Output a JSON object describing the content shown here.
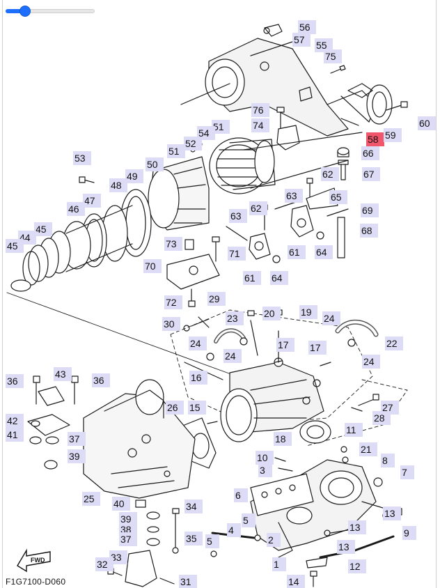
{
  "zoom": {
    "value": 0.22
  },
  "diagram_code": "F1G7100-D060",
  "fwd_label": "FWD",
  "highlight_color": "#f0566c",
  "label_box_color": "#dcdcf6",
  "part_labels": [
    {
      "id": "l56",
      "text": "56"
    },
    {
      "id": "l57",
      "text": "57"
    },
    {
      "id": "l55",
      "text": "55"
    },
    {
      "id": "l75",
      "text": "75"
    },
    {
      "id": "l76",
      "text": "76"
    },
    {
      "id": "l74",
      "text": "74"
    },
    {
      "id": "l60",
      "text": "60"
    },
    {
      "id": "l58",
      "text": "58"
    },
    {
      "id": "l59",
      "text": "59"
    },
    {
      "id": "l66",
      "text": "66"
    },
    {
      "id": "l67",
      "text": "67"
    },
    {
      "id": "l51a",
      "text": "51"
    },
    {
      "id": "l54",
      "text": "54"
    },
    {
      "id": "l52",
      "text": "52"
    },
    {
      "id": "l51b",
      "text": "51"
    },
    {
      "id": "l53",
      "text": "53"
    },
    {
      "id": "l50",
      "text": "50"
    },
    {
      "id": "l49",
      "text": "49"
    },
    {
      "id": "l48",
      "text": "48"
    },
    {
      "id": "l47",
      "text": "47"
    },
    {
      "id": "l46",
      "text": "46"
    },
    {
      "id": "l45a",
      "text": "45"
    },
    {
      "id": "l44",
      "text": "44"
    },
    {
      "id": "l45b",
      "text": "45"
    },
    {
      "id": "l62a",
      "text": "62"
    },
    {
      "id": "l63a",
      "text": "63"
    },
    {
      "id": "l65",
      "text": "65"
    },
    {
      "id": "l69",
      "text": "69"
    },
    {
      "id": "l68",
      "text": "68"
    },
    {
      "id": "l61a",
      "text": "61"
    },
    {
      "id": "l64a",
      "text": "64"
    },
    {
      "id": "l63b",
      "text": "63"
    },
    {
      "id": "l62b",
      "text": "62"
    },
    {
      "id": "l73",
      "text": "73"
    },
    {
      "id": "l71",
      "text": "71"
    },
    {
      "id": "l70",
      "text": "70"
    },
    {
      "id": "l61b",
      "text": "61"
    },
    {
      "id": "l64b",
      "text": "64"
    },
    {
      "id": "l72",
      "text": "72"
    },
    {
      "id": "l29",
      "text": "29"
    },
    {
      "id": "l30",
      "text": "30"
    },
    {
      "id": "l23",
      "text": "23"
    },
    {
      "id": "l20",
      "text": "20"
    },
    {
      "id": "l19",
      "text": "19"
    },
    {
      "id": "l24a",
      "text": "24"
    },
    {
      "id": "l22",
      "text": "22"
    },
    {
      "id": "l24b",
      "text": "24"
    },
    {
      "id": "l24c",
      "text": "24"
    },
    {
      "id": "l17a",
      "text": "17"
    },
    {
      "id": "l17b",
      "text": "17"
    },
    {
      "id": "l24d",
      "text": "24"
    },
    {
      "id": "l16",
      "text": "16"
    },
    {
      "id": "l36a",
      "text": "36"
    },
    {
      "id": "l43",
      "text": "43"
    },
    {
      "id": "l36b",
      "text": "36"
    },
    {
      "id": "l42",
      "text": "42"
    },
    {
      "id": "l41",
      "text": "41"
    },
    {
      "id": "l37",
      "text": "37"
    },
    {
      "id": "l39",
      "text": "39"
    },
    {
      "id": "l26",
      "text": "26"
    },
    {
      "id": "l15",
      "text": "15"
    },
    {
      "id": "l27",
      "text": "27"
    },
    {
      "id": "l28",
      "text": "28"
    },
    {
      "id": "l18",
      "text": "18"
    },
    {
      "id": "l11",
      "text": "11"
    },
    {
      "id": "l21",
      "text": "21"
    },
    {
      "id": "l10",
      "text": "10"
    },
    {
      "id": "l8",
      "text": "8"
    },
    {
      "id": "l3",
      "text": "3"
    },
    {
      "id": "l7",
      "text": "7"
    },
    {
      "id": "l25",
      "text": "25"
    },
    {
      "id": "l6",
      "text": "6"
    },
    {
      "id": "l40",
      "text": "40"
    },
    {
      "id": "l34",
      "text": "34"
    },
    {
      "id": "l39b",
      "text": "39"
    },
    {
      "id": "l38",
      "text": "38"
    },
    {
      "id": "l37b",
      "text": "37"
    },
    {
      "id": "l35",
      "text": "35"
    },
    {
      "id": "l5a",
      "text": "5"
    },
    {
      "id": "l4",
      "text": "4"
    },
    {
      "id": "l5b",
      "text": "5"
    },
    {
      "id": "l2",
      "text": "2"
    },
    {
      "id": "l13a",
      "text": "13"
    },
    {
      "id": "l13b",
      "text": "13"
    },
    {
      "id": "l9",
      "text": "9"
    },
    {
      "id": "l13c",
      "text": "13"
    },
    {
      "id": "l1",
      "text": "1"
    },
    {
      "id": "l12",
      "text": "12"
    },
    {
      "id": "l33",
      "text": "33"
    },
    {
      "id": "l32",
      "text": "32"
    },
    {
      "id": "l31",
      "text": "31"
    },
    {
      "id": "l14",
      "text": "14"
    }
  ]
}
